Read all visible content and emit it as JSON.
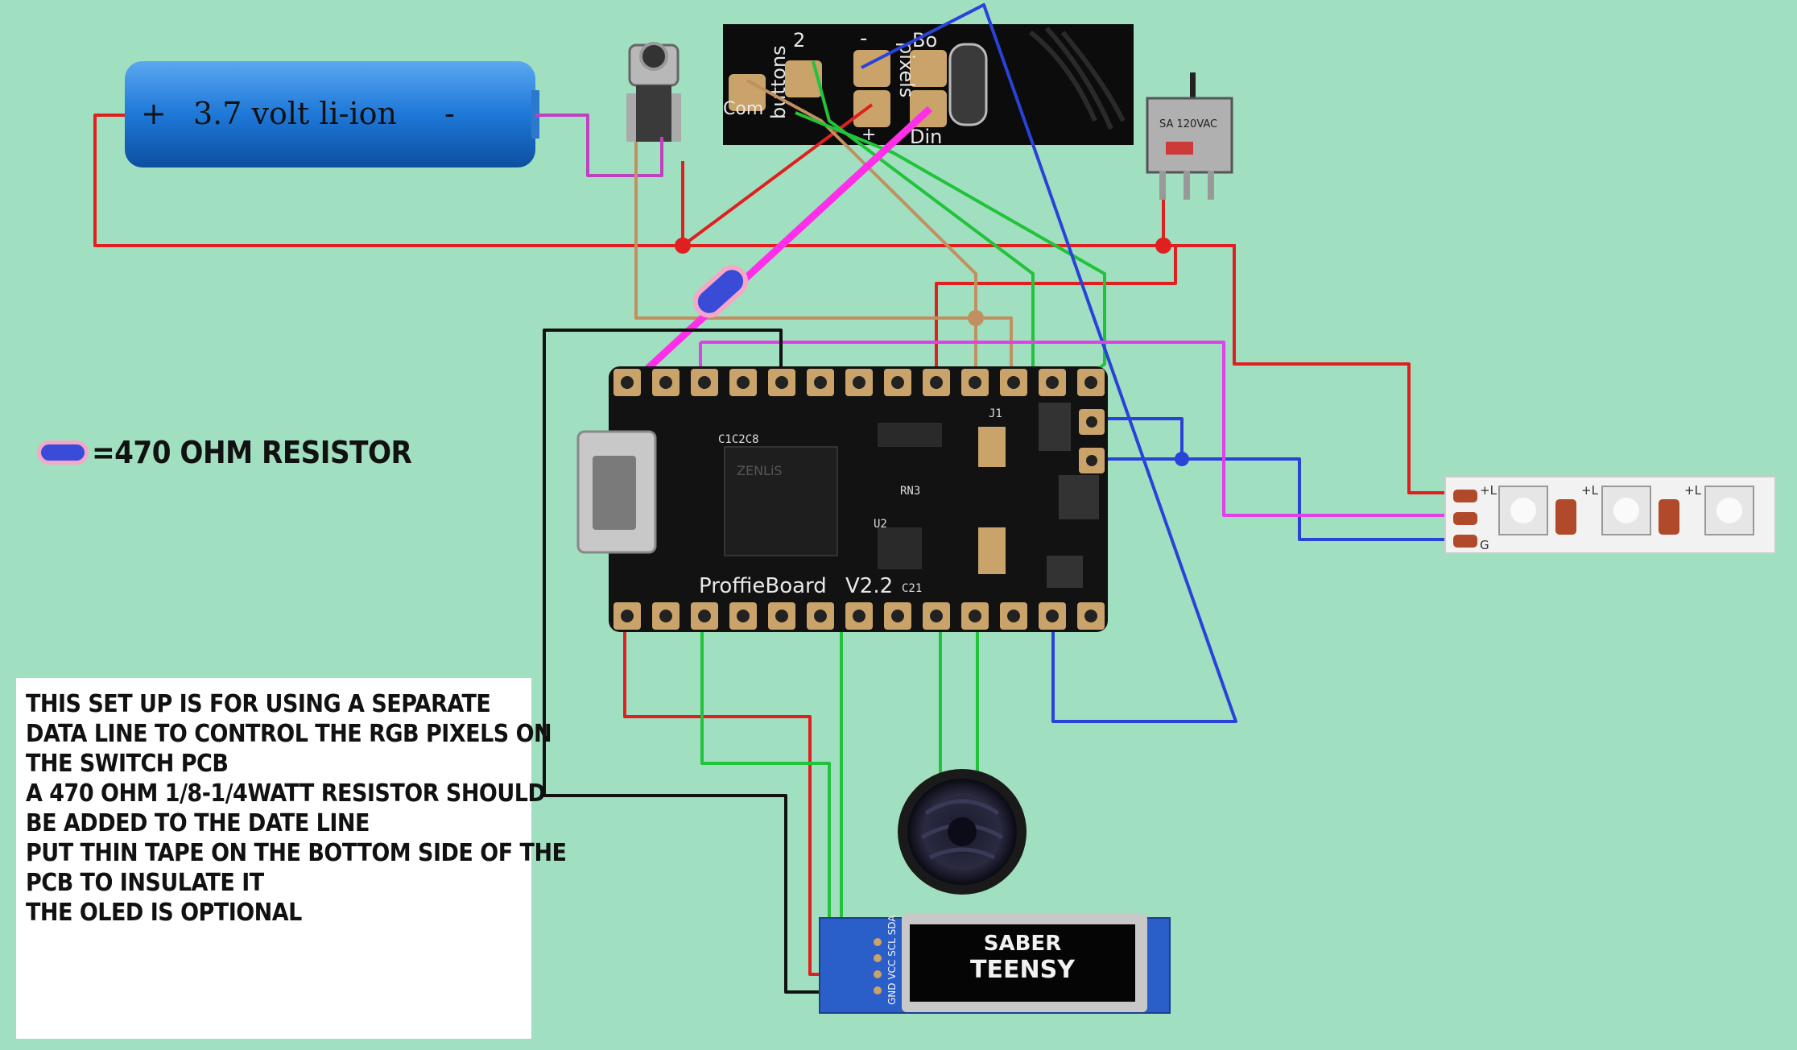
{
  "battery": {
    "plus": "+",
    "label": "3.7 volt li-ion",
    "minus": "-"
  },
  "switch_pcb": {
    "pad_2": "2",
    "pad_minus": "-",
    "pad_bo": "Bo",
    "buttons": "buttons",
    "com": "Com",
    "pixels": "pixels",
    "din": "Din",
    "plus": "+"
  },
  "slide_switch": {
    "marking": "SA 120VAC"
  },
  "board": {
    "name": "ProffieBoard",
    "version": "V2.2",
    "chip_logo": "ZENLiS",
    "silk_c1c2c8": "C1C2C8",
    "silk_rn3": "RN3",
    "silk_u2": "U2",
    "silk_j1": "J1",
    "silk_c21": "C21"
  },
  "legend": {
    "label": "=470 OHM RESISTOR"
  },
  "pixel_strip": {
    "pads": [
      "+L",
      "+L",
      "+L"
    ],
    "ground": "G"
  },
  "oled": {
    "pins": "GND VCC SCL SDA",
    "logo_line1": "SABER",
    "logo_line2": "TEENSY"
  },
  "notes": [
    "THIS SET UP IS FOR USING A SEPARATE",
    "DATA LINE TO CONTROL THE RGB PIXELS ON",
    "THE SWITCH PCB",
    "A 470 OHM 1/8-1/4WATT  RESISTOR SHOULD",
    "BE ADDED TO THE DATE LINE",
    "PUT THIN TAPE ON THE BOTTOM SIDE OF THE",
    "PCB TO INSULATE IT",
    "THE OLED IS OPTIONAL"
  ],
  "colors": {
    "background": "#a0dfc0",
    "red_wire": "#e02020",
    "green_wire": "#22c23a",
    "blue_wire": "#2a42d8",
    "tan_wire": "#c09060",
    "magenta_wire": "#e040e8",
    "black_wire": "#111111"
  }
}
